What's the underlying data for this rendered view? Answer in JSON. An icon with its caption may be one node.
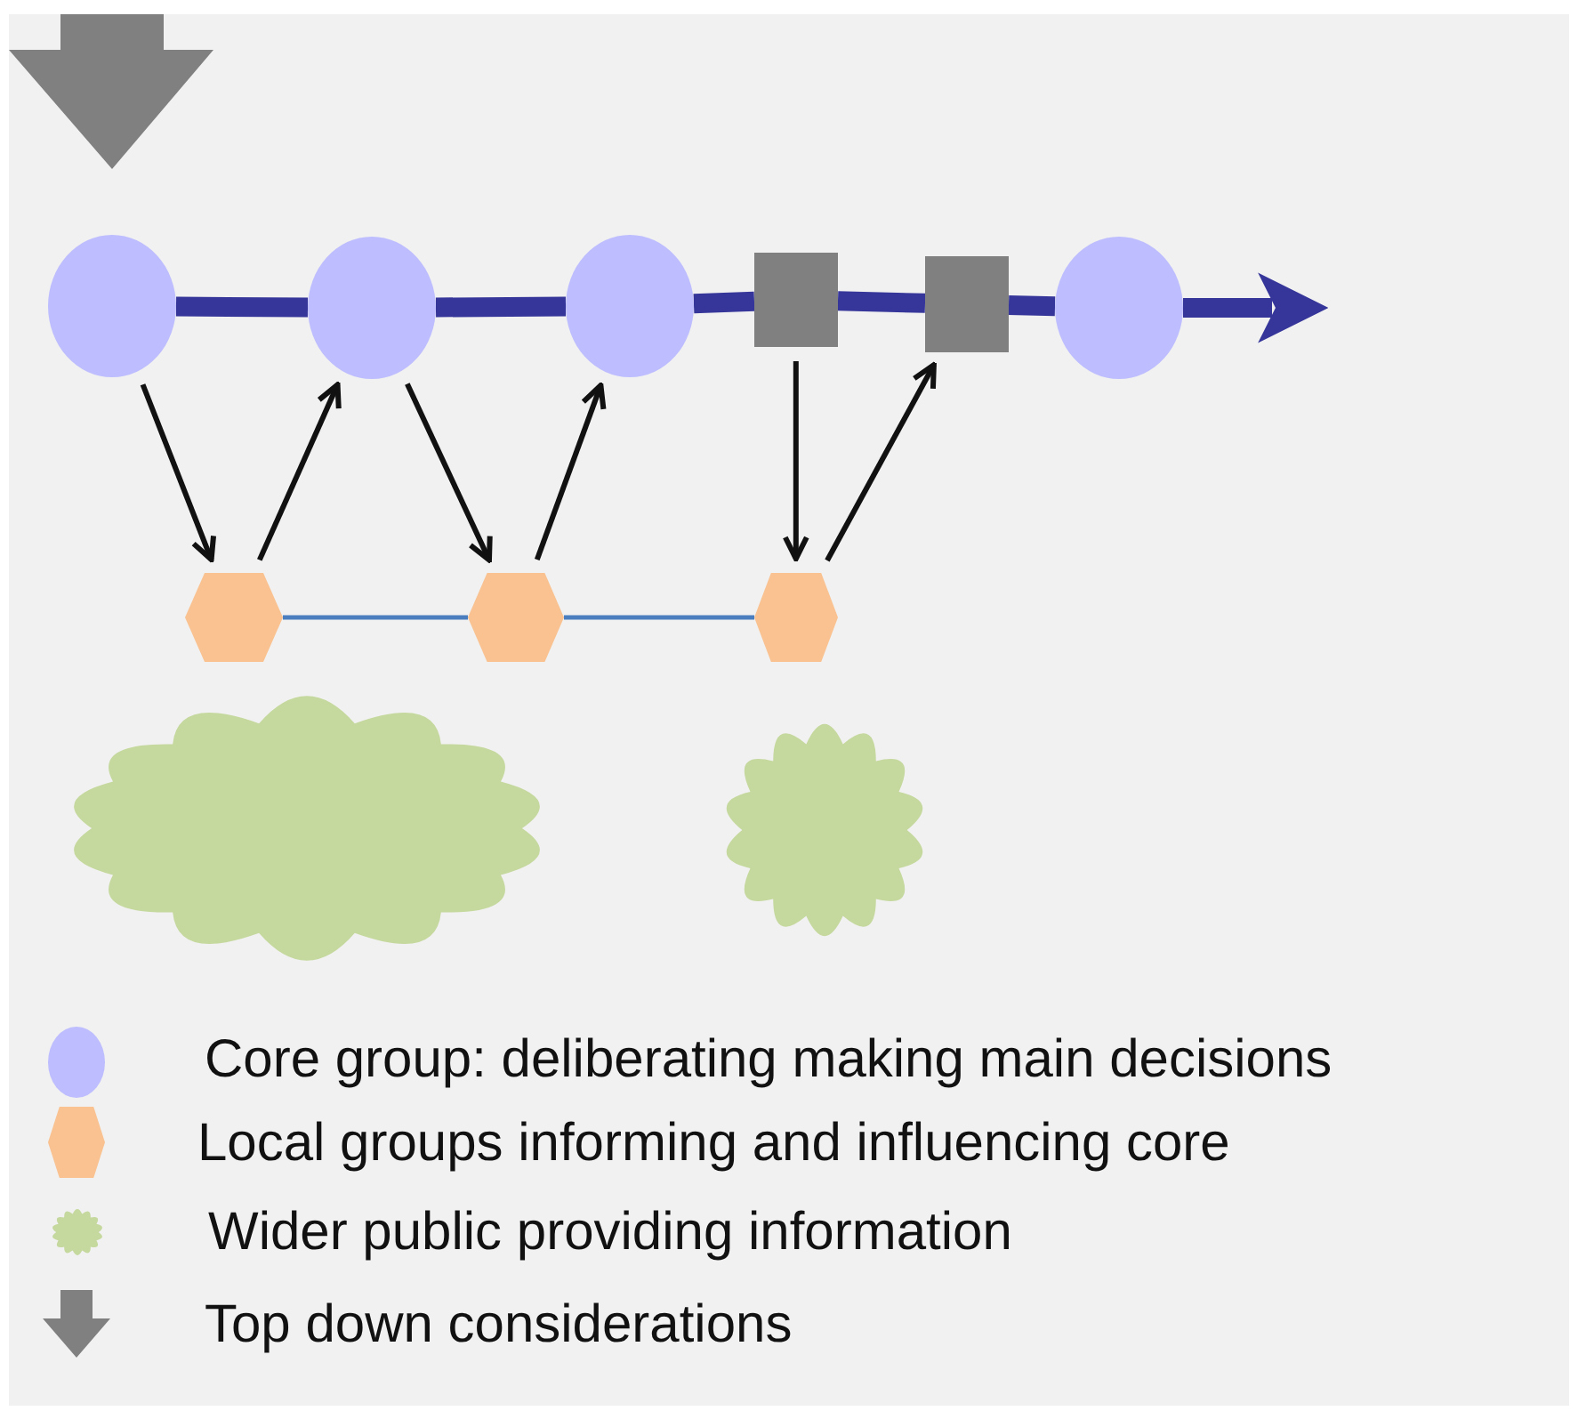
{
  "diagram": {
    "nodes": [
      {
        "text": [],
        "shape": "circle"
      },
      {
        "text": [],
        "shape": "circle"
      },
      {
        "text": [],
        "shape": "circle"
      },
      {
        "text": [],
        "shape": "box"
      },
      {
        "text": [],
        "shape": "box"
      },
      {
        "text": [],
        "shape": "circle"
      },
      {
        "text": [],
        "shape": "hexagon"
      },
      {
        "text": [],
        "shape": "hexagon"
      },
      {
        "text": [],
        "shape": "hexagon"
      },
      {
        "text": [],
        "shape": "cloud"
      },
      {
        "text": [],
        "shape": "cloud"
      }
    ],
    "edges": [
      {
        "from": 0,
        "to": 1,
        "arrow": "none",
        "style": "thick",
        "color": "#36369a"
      },
      {
        "from": 1,
        "to": 2,
        "arrow": "none",
        "style": "thick",
        "color": "#36369a"
      },
      {
        "from": 2,
        "to": 3,
        "arrow": "none",
        "style": "thick",
        "color": "#36369a"
      },
      {
        "from": 3,
        "to": 4,
        "arrow": "none",
        "style": "thick",
        "color": "#36369a"
      },
      {
        "from": 4,
        "to": 5,
        "arrow": "none",
        "style": "thick",
        "color": "#36369a"
      },
      {
        "from": 5,
        "to": null,
        "arrow": "to",
        "style": "thick",
        "color": "#36369a"
      },
      {
        "from": 0,
        "to": 6,
        "arrow": "to",
        "color": "#111111"
      },
      {
        "from": 6,
        "to": 1,
        "arrow": "to",
        "color": "#111111"
      },
      {
        "from": 1,
        "to": 7,
        "arrow": "to",
        "color": "#111111"
      },
      {
        "from": 7,
        "to": 2,
        "arrow": "to",
        "color": "#111111"
      },
      {
        "from": 3,
        "to": 8,
        "arrow": "to",
        "color": "#111111"
      },
      {
        "from": 8,
        "to": 4,
        "arrow": "to",
        "color": "#111111"
      },
      {
        "from": 6,
        "to": 7,
        "arrow": "none",
        "color": "#4a7ebf"
      },
      {
        "from": 7,
        "to": 8,
        "arrow": "none",
        "color": "#4a7ebf"
      }
    ],
    "legend": [
      {
        "text": "Core group: deliberating making main decisions"
      },
      {
        "text": "Local groups informing and influencing core"
      },
      {
        "text": "Wider public providing information"
      },
      {
        "text": "Top down considerations"
      }
    ]
  }
}
